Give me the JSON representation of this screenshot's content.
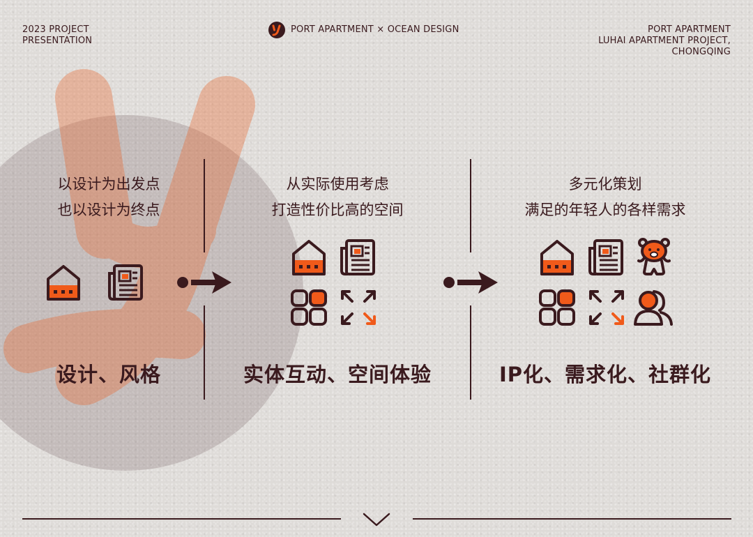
{
  "header": {
    "left_lines": [
      "2023 PROJECT",
      "PRESENTATION"
    ],
    "center_text": "PORT APARTMENT × OCEAN DESIGN",
    "right_lines": [
      "PORT APARTMENT",
      "LUHAI APARTMENT PROJECT,",
      "CHONGQING"
    ]
  },
  "columns": [
    {
      "title_lines": [
        "以设计为出发点",
        "也以设计为终点"
      ],
      "footer": "设计、风格",
      "icons": [
        "house-icon",
        "document-icon"
      ]
    },
    {
      "title_lines": [
        "从实际使用考虑",
        "打造性价比高的空间"
      ],
      "footer": "实体互动、空间体验",
      "icons": [
        "house-icon",
        "document-icon",
        "grid-icon",
        "expand-arrows-icon"
      ]
    },
    {
      "title_lines": [
        "多元化策划",
        "满足的年轻人的各样需求"
      ],
      "footer": "IP化、需求化、社群化",
      "icons": [
        "house-icon",
        "document-icon",
        "bear-icon",
        "grid-icon",
        "expand-arrows-icon",
        "people-icon"
      ]
    }
  ],
  "colors": {
    "accent": "#f05a1a",
    "dark": "#3a1a1e",
    "background": "#dedbd8"
  },
  "footer_nav": {
    "icon": "chevron-down-icon"
  }
}
